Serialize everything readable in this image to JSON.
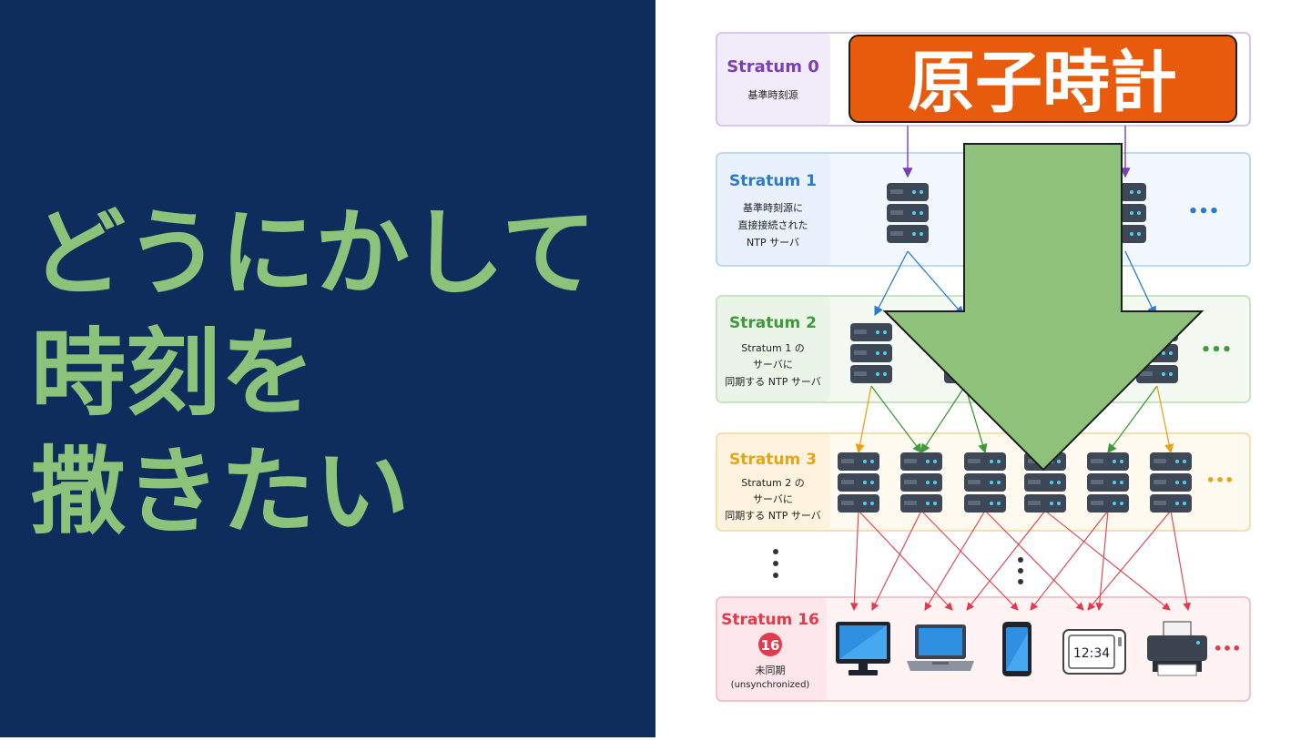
{
  "headline": {
    "lines": [
      "どうにかして",
      "時刻を",
      "撒きたい"
    ],
    "color": "#8cc37a",
    "background": "#0f2d5c"
  },
  "banner": {
    "text": "原子時計",
    "color": "#e85a0c"
  },
  "strata": [
    {
      "title": "Stratum 0",
      "desc": [
        "基準時刻源"
      ],
      "color": "#7b3fb5"
    },
    {
      "title": "Stratum 1",
      "desc": [
        "基準時刻源に",
        "直接接続された",
        "NTP サーバ"
      ],
      "color": "#2a7ad0",
      "more": "•••"
    },
    {
      "title": "Stratum 2",
      "desc": [
        "Stratum 1 の",
        "サーバに",
        "同期する NTP サーバ"
      ],
      "color": "#3f9a3a",
      "more": "•••"
    },
    {
      "title": "Stratum 3",
      "desc": [
        "Stratum 2 の",
        "サーバに",
        "同期する NTP サーバ"
      ],
      "color": "#e8a317",
      "more": "•••"
    },
    {
      "title": "Stratum 16",
      "badge": "16",
      "desc": [
        "未同期",
        "(unsynchronized)"
      ],
      "color": "#e23b4e",
      "more": "•••"
    }
  ],
  "devices": {
    "clock_text": "12:34",
    "names": [
      "monitor",
      "laptop",
      "smartphone",
      "digital-clock",
      "printer"
    ]
  },
  "big_arrow_color": "#8ec27a"
}
